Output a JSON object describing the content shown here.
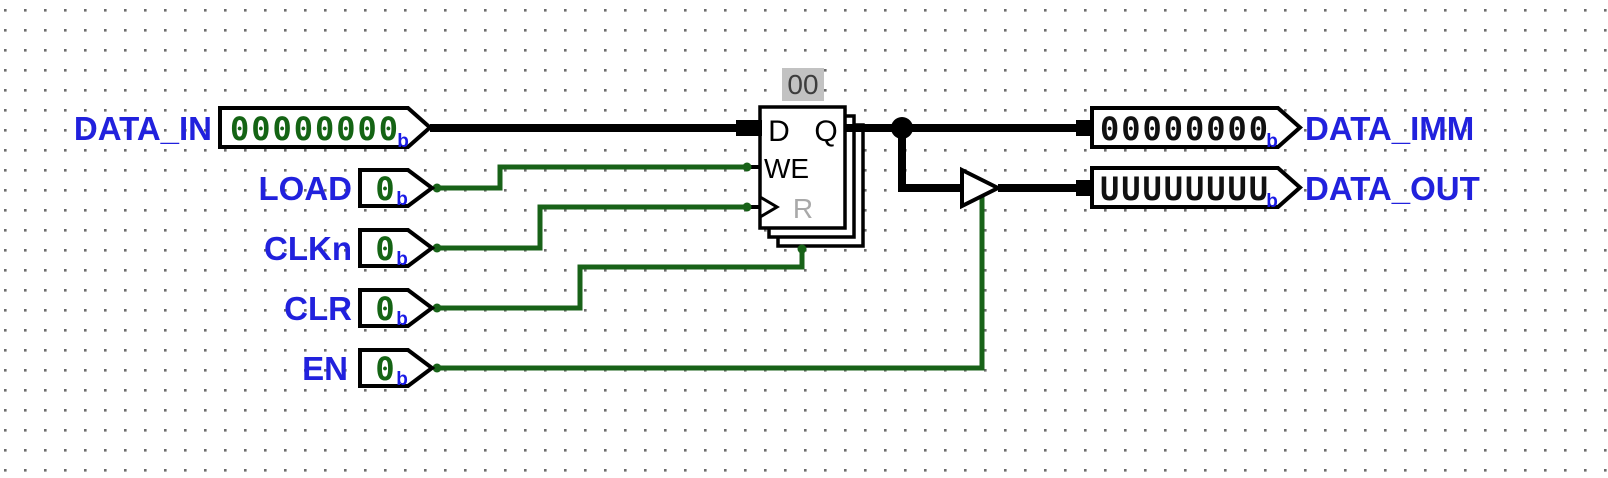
{
  "app": "logic-simulator-canvas",
  "inputs": [
    {
      "id": "data_in",
      "label": "DATA_IN",
      "value": "00000000",
      "radix": "b",
      "bits": 8
    },
    {
      "id": "load",
      "label": "LOAD",
      "value": "0",
      "radix": "b",
      "bits": 1
    },
    {
      "id": "clkn",
      "label": "CLKn",
      "value": "0",
      "radix": "b",
      "bits": 1
    },
    {
      "id": "clr",
      "label": "CLR",
      "value": "0",
      "radix": "b",
      "bits": 1
    },
    {
      "id": "en",
      "label": "EN",
      "value": "0",
      "radix": "b",
      "bits": 1
    }
  ],
  "outputs": [
    {
      "id": "data_imm",
      "label": "DATA_IMM",
      "value": "00000000",
      "radix": "b",
      "bits": 8
    },
    {
      "id": "data_out",
      "label": "DATA_OUT",
      "value": "UUUUUUUU",
      "radix": "b",
      "bits": 8
    }
  ],
  "register": {
    "value": "00",
    "ports": {
      "d": "D",
      "q": "Q",
      "we": "WE",
      "r": "R"
    }
  },
  "colors": {
    "label_blue": "#2121dd",
    "radix_blue": "#1a1ae6",
    "wire_green": "#186218",
    "value_green": "#146414",
    "wire_black": "#000000",
    "grid_dot": "#6c6c6c",
    "register_value_bg": "#c2c2c2",
    "port_r_gray": "#a9a9a9",
    "background": "#ffffff"
  }
}
